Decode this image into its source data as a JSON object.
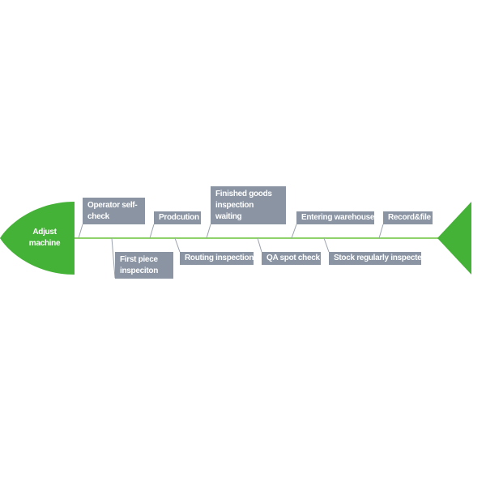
{
  "colors": {
    "spine": "#8fd16a",
    "head_tail": "#44b236",
    "box": "#8a94a3",
    "box_text": "#ffffff",
    "connector": "#9aa2ad"
  },
  "diagram": {
    "head_label": "Adjust\nmachine",
    "steps_top": [
      {
        "id": "operator_self_check",
        "label": "Operator self-\ncheck"
      },
      {
        "id": "production",
        "label": "Prodcution"
      },
      {
        "id": "finished_goods",
        "label": "Finished goods\ninspection waiting\narea"
      },
      {
        "id": "entering_warehouse",
        "label": "Entering warehouse"
      },
      {
        "id": "record_file",
        "label": "Record&file"
      }
    ],
    "steps_bottom": [
      {
        "id": "first_piece",
        "label": "First piece\ninspeciton"
      },
      {
        "id": "routing_inspection",
        "label": "Routing inspection"
      },
      {
        "id": "qa_spot_check",
        "label": "QA spot check"
      },
      {
        "id": "stock_inspected",
        "label": "Stock regularly inspected"
      }
    ]
  }
}
